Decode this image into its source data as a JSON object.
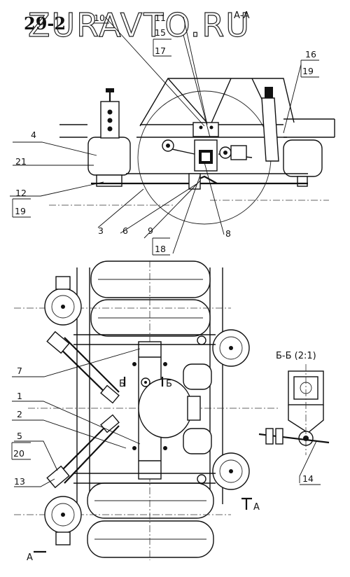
{
  "page": {
    "number": "29-2",
    "watermark": "ZURAVTO.RU"
  },
  "sections": {
    "aa": "А-А",
    "bb": "Б-Б (2:1)",
    "a_marker_bottom": "А",
    "a_marker_right": "А",
    "b_marker_left": "Б",
    "b_marker_right": "Б"
  },
  "callouts": {
    "c1": "1",
    "c2": "2",
    "c3": "3",
    "c4": "4",
    "c5": "5",
    "c6": "6",
    "c7": "7",
    "c8": "8",
    "c9": "9",
    "c10": "10",
    "c11": "11",
    "c12": "12",
    "c13": "13",
    "c14": "14",
    "c15": "15",
    "c16": "16",
    "c17": "17",
    "c18": "18",
    "c19a": "19",
    "c19b": "19",
    "c20": "20",
    "c21": "21"
  }
}
